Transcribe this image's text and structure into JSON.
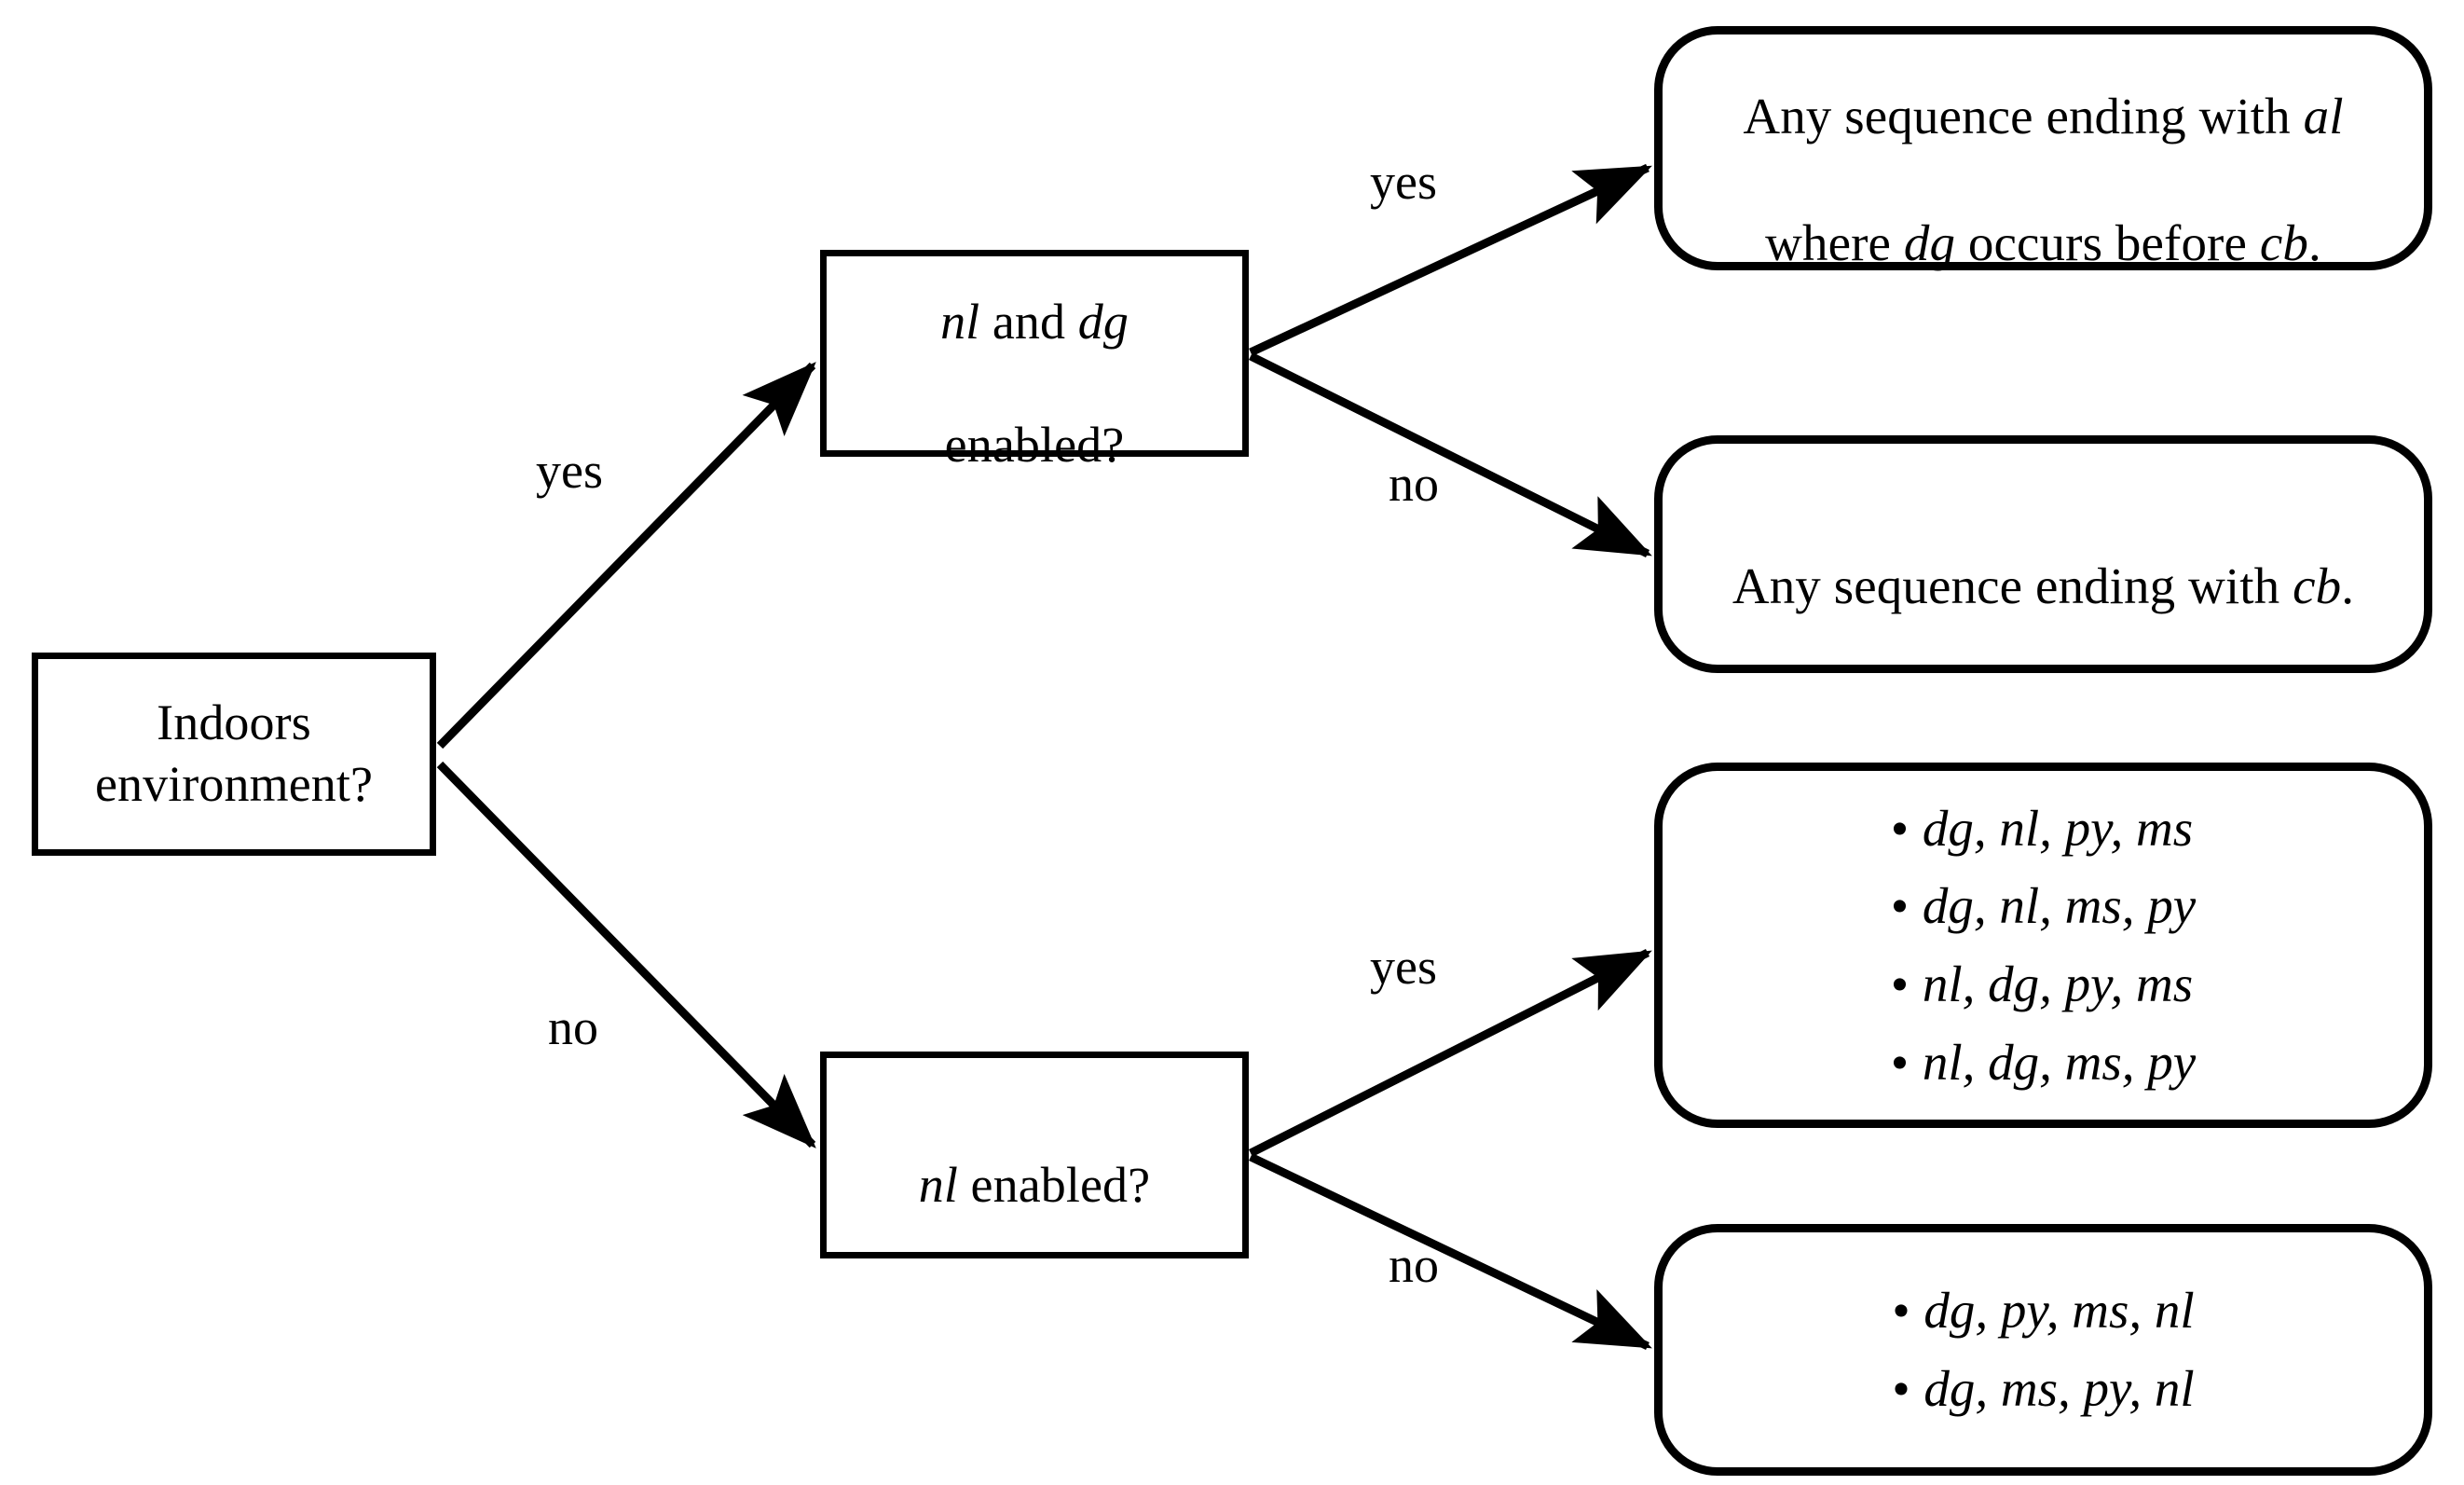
{
  "diagram": {
    "type": "decision-tree",
    "background_color": "#ffffff",
    "line_color": "#000000",
    "text_color": "#000000"
  },
  "nodes": {
    "root": {
      "id": "indoors-environment",
      "shape": "rectangle",
      "text": "Indoors\nenvironment?"
    },
    "decision_nl_dg": {
      "id": "nl-and-dg-enabled",
      "shape": "rectangle",
      "text_html": "<em>nl</em> and <em>dg</em>\nenabled?",
      "line1_pre": "",
      "line1_italic_a": "nl",
      "line1_mid": " and ",
      "line1_italic_b": "dg",
      "line2": "enabled?"
    },
    "decision_nl": {
      "id": "nl-enabled",
      "shape": "rectangle",
      "italic": "nl",
      "rest": " enabled?"
    },
    "outcome_al_dg_cb": {
      "id": "outcome-sequence-al",
      "shape": "rounded-rectangle",
      "line1_pre": "Any sequence ending with ",
      "line1_italic": "al",
      "line2_pre": "where ",
      "line2_italic_a": "dg",
      "line2_mid": " occurs before ",
      "line2_italic_b": "cb",
      "line2_post": "."
    },
    "outcome_cb": {
      "id": "outcome-sequence-cb",
      "shape": "rounded-rectangle",
      "pre": "Any sequence ending with ",
      "italic": "cb",
      "post": "."
    },
    "outcome_four_orders": {
      "id": "outcome-four-orders",
      "shape": "rounded-rectangle",
      "items": [
        "dg, nl, py, ms",
        "dg, nl, ms, py",
        "nl, dg, py, ms",
        "nl, dg, ms, py"
      ]
    },
    "outcome_two_orders": {
      "id": "outcome-two-orders",
      "shape": "rounded-rectangle",
      "items": [
        "dg, py, ms, nl",
        "dg, ms, py, nl"
      ]
    }
  },
  "edges": [
    {
      "id": "root-yes",
      "from": "indoors-environment",
      "to": "nl-and-dg-enabled",
      "label": "yes"
    },
    {
      "id": "root-no",
      "from": "indoors-environment",
      "to": "nl-enabled",
      "label": "no"
    },
    {
      "id": "nldg-yes",
      "from": "nl-and-dg-enabled",
      "to": "outcome-sequence-al",
      "label": "yes"
    },
    {
      "id": "nldg-no",
      "from": "nl-and-dg-enabled",
      "to": "outcome-sequence-cb",
      "label": "no"
    },
    {
      "id": "nl-yes",
      "from": "nl-enabled",
      "to": "outcome-four-orders",
      "label": "yes"
    },
    {
      "id": "nl-no",
      "from": "nl-enabled",
      "to": "outcome-two-orders",
      "label": "no"
    }
  ]
}
